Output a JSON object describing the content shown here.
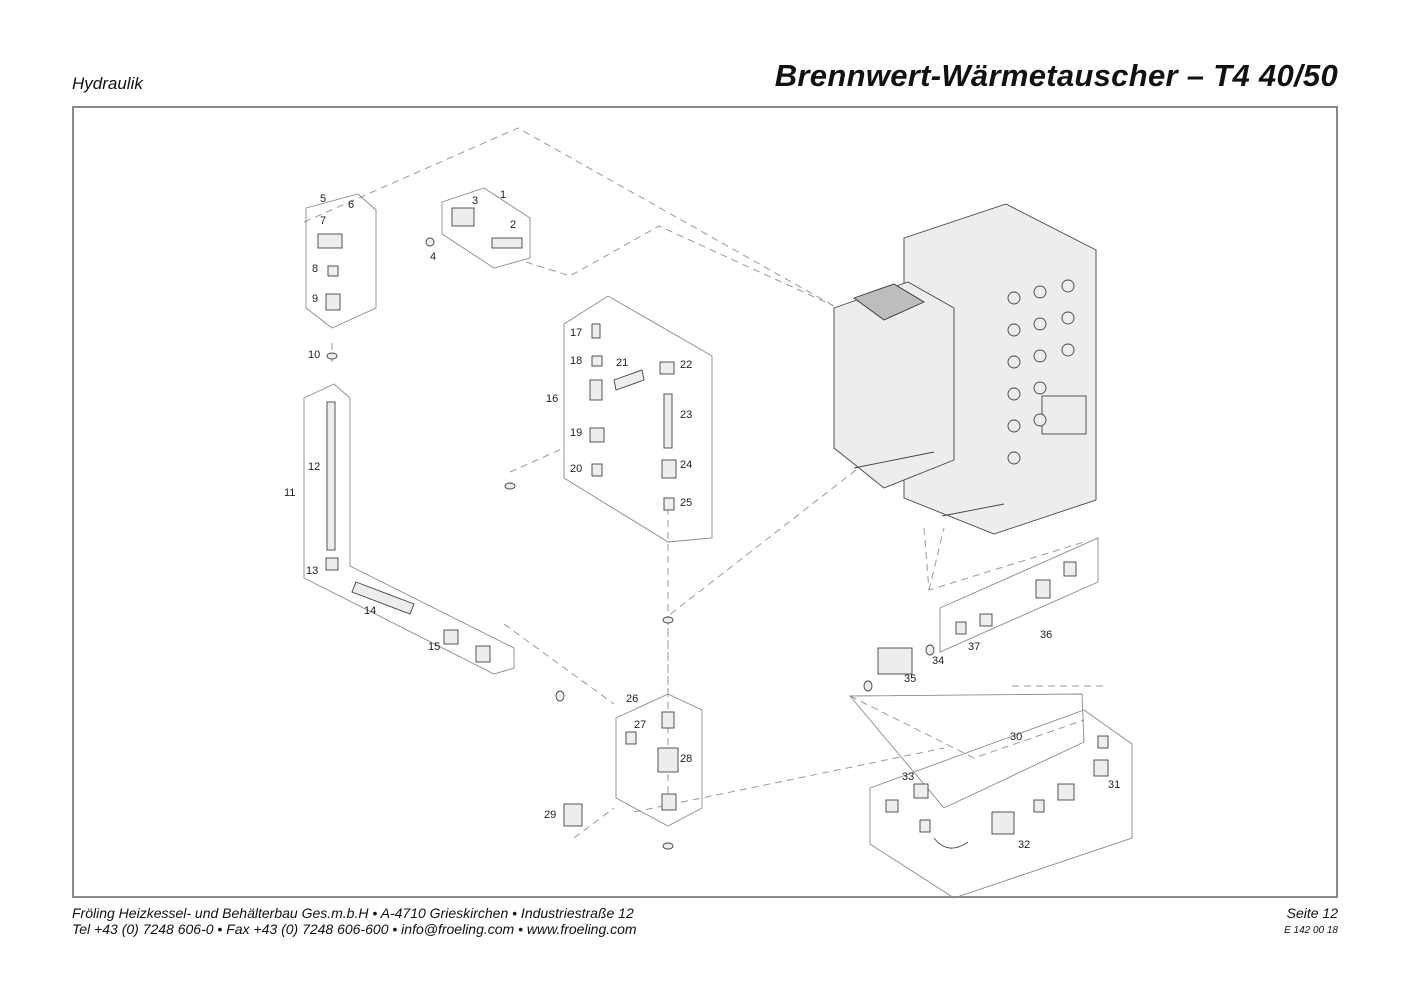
{
  "header": {
    "section": "Hydraulik",
    "title": "Brennwert-Wärmetauscher – T4 40/50"
  },
  "footer": {
    "line1": "Fröling Heizkessel- und Behälterbau Ges.m.b.H  •  A-4710 Grieskirchen  •  Industriestraße 12",
    "line2": "Tel +43 (0) 7248 606-0  •  Fax +43 (0) 7248 606-600  •  info@froeling.com  •  www.froeling.com",
    "page": "Seite 12",
    "doc_number": "E 142 00 18"
  },
  "diagram": {
    "part_labels": [
      "1",
      "2",
      "3",
      "4",
      "5",
      "6",
      "7",
      "8",
      "9",
      "10",
      "11",
      "12",
      "13",
      "14",
      "15",
      "16",
      "17",
      "18",
      "19",
      "20",
      "21",
      "22",
      "23",
      "24",
      "25",
      "26",
      "27",
      "28",
      "29",
      "30",
      "31",
      "32",
      "33",
      "34",
      "35",
      "36",
      "37"
    ]
  }
}
